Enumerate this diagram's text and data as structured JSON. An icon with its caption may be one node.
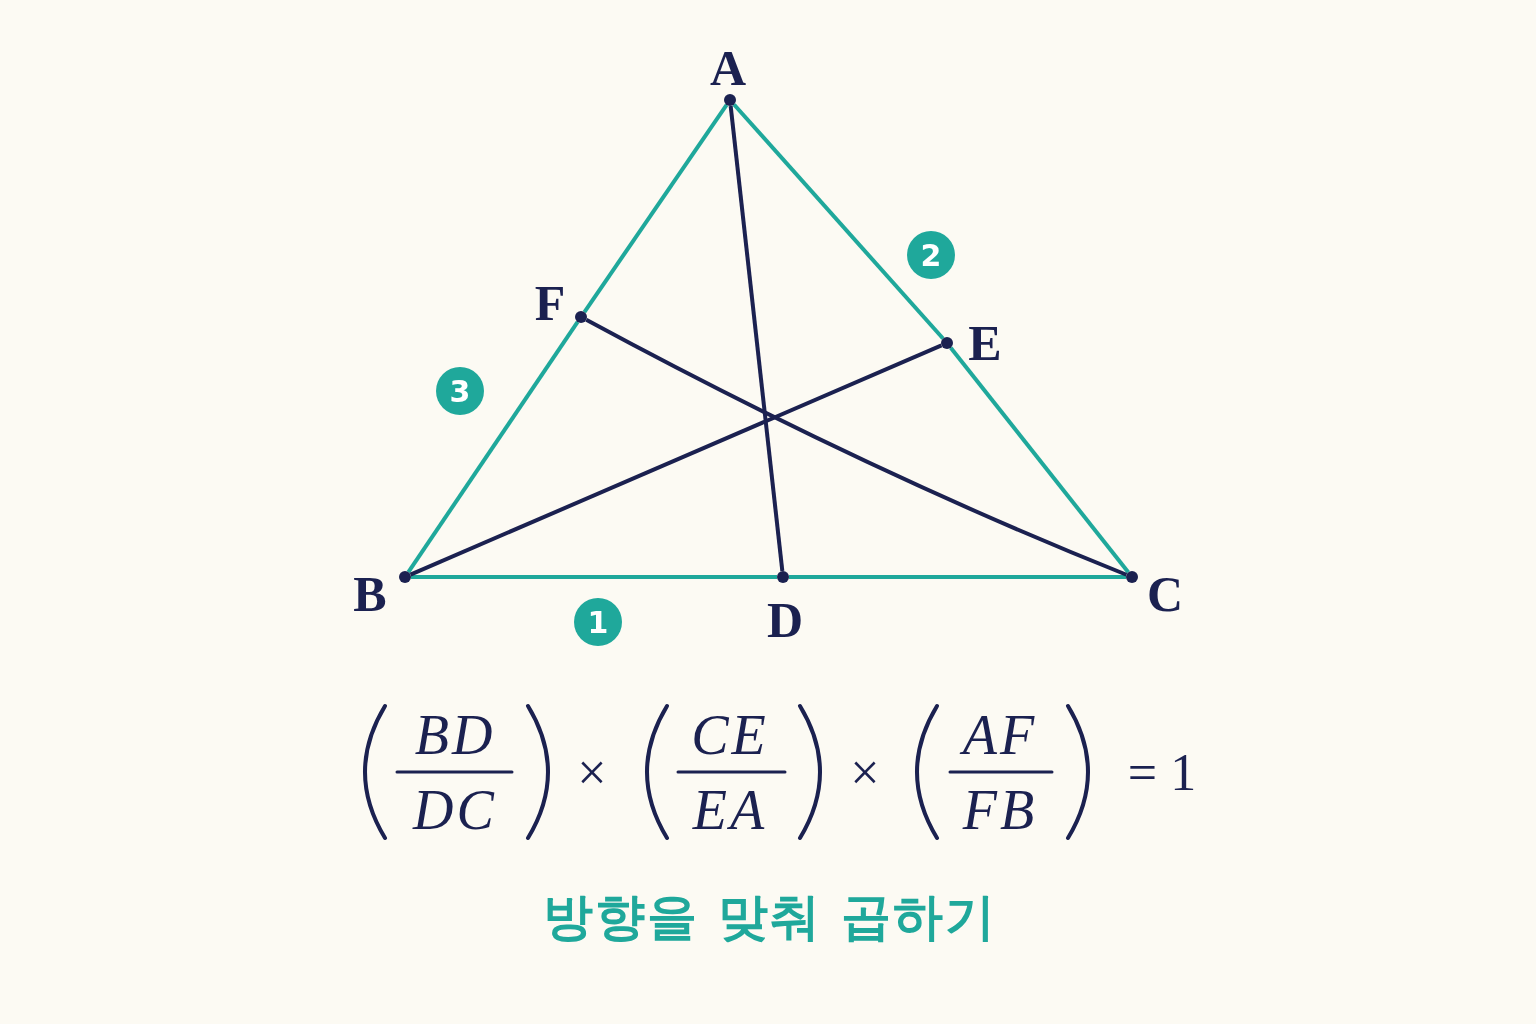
{
  "diagram": {
    "caption": "방향을 맞춰 곱하기",
    "nodes": [
      {
        "text": [],
        "shape": "circle",
        "beside": [
          "A"
        ]
      },
      {
        "text": [],
        "shape": "circle",
        "beside": [
          "B"
        ]
      },
      {
        "text": [],
        "shape": "circle",
        "beside": [
          "C"
        ]
      },
      {
        "text": [],
        "shape": "circle",
        "beside": [
          "D"
        ]
      },
      {
        "text": [],
        "shape": "circle",
        "beside": [
          "E"
        ]
      },
      {
        "text": [],
        "shape": "circle",
        "beside": [
          "F"
        ]
      }
    ],
    "edges": [
      {
        "from": 0,
        "to": 5,
        "arrow": "none"
      },
      {
        "from": 5,
        "to": 1,
        "arrow": "none"
      },
      {
        "from": 1,
        "to": 3,
        "arrow": "none"
      },
      {
        "from": 3,
        "to": 2,
        "arrow": "none"
      },
      {
        "from": 2,
        "to": 4,
        "arrow": "none"
      },
      {
        "from": 4,
        "to": 0,
        "arrow": "none"
      },
      {
        "from": 0,
        "to": 3,
        "arrow": "none",
        "color": "#1b2150"
      },
      {
        "from": 1,
        "to": 4,
        "arrow": "none",
        "color": "#1b2150"
      },
      {
        "from": 5,
        "to": 2,
        "arrow": "none",
        "color": "#1b2150"
      }
    ],
    "labels": [
      "1",
      "2",
      "3",
      "BD",
      "DC",
      "×",
      "CE",
      "EA",
      "×",
      "AF",
      "FB",
      "= 1"
    ]
  }
}
